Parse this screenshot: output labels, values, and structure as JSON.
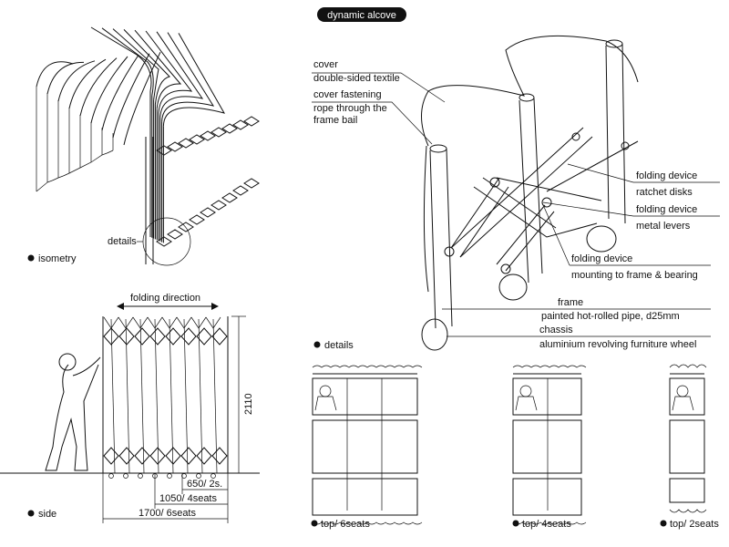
{
  "title": "dynamic alcove",
  "views": {
    "isometry": "isometry",
    "details_small": "details",
    "side": "side",
    "details_main": "details"
  },
  "callouts": [
    {
      "head": "cover",
      "sub": "double-sided textile"
    },
    {
      "head": "cover fastening",
      "sub": "rope through the",
      "sub2": "frame bail"
    },
    {
      "head": "folding device",
      "sub": "ratchet disks"
    },
    {
      "head": "folding device",
      "sub": "metal levers"
    },
    {
      "head": "folding device",
      "sub": "mounting to frame & bearing"
    },
    {
      "head": "frame",
      "sub": "painted hot-rolled pipe, d25mm"
    },
    {
      "head": "chassis",
      "sub": "aluminium revolving furniture wheel"
    }
  ],
  "side_view": {
    "folding_label": "folding direction",
    "height_dim": "2110",
    "dims": [
      "650/ 2s.",
      "1050/ 4seats",
      "1700/ 6seats"
    ]
  },
  "plans": [
    {
      "label": "top/ 6seats"
    },
    {
      "label": "top/ 4seats"
    },
    {
      "label": "top/ 2seats"
    }
  ]
}
